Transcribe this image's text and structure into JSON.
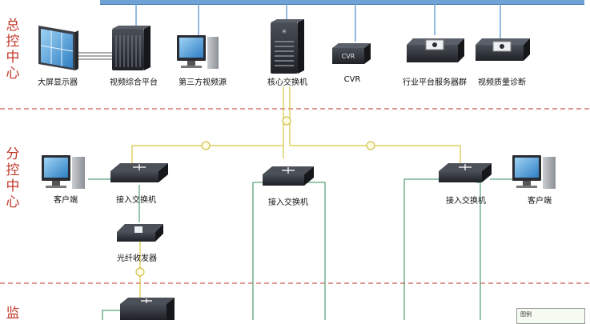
{
  "zones": {
    "zone1": "总控中心",
    "zone2": "分控中心",
    "zone3": "监"
  },
  "devices": {
    "video_wall": "大屏显示器",
    "video_platform": "视频综合平台",
    "third_party_source": "第三方视频源",
    "core_switch": "核心交换机",
    "cvr": "CVR",
    "industry_servers": "行业平台服务器群",
    "video_quality": "视频质量诊断",
    "client_left": "客户端",
    "access_switch_left": "接入交换机",
    "access_switch_mid": "接入交换机",
    "access_switch_right": "接入交换机",
    "client_right": "客户端",
    "fiber_transceiver": "光纤收发器"
  },
  "device_badges": {
    "cvr_badge": "CVR"
  },
  "legend": {
    "title": "图例"
  },
  "colors": {
    "zone_text": "#c0392b",
    "divider": "#c0392b",
    "backbone": "#6fa3d6",
    "fiber_link": "#d8c640",
    "lan_link": "#2e8b57",
    "device_body": "#2b2f36"
  }
}
